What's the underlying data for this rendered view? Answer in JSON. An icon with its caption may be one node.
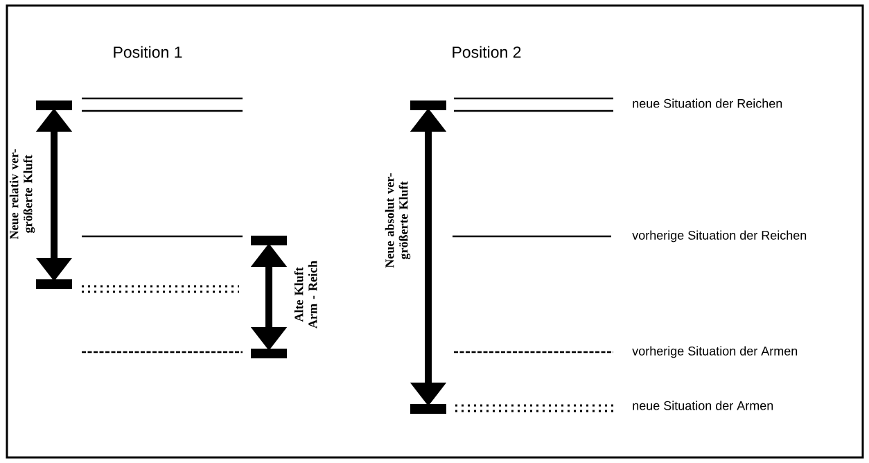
{
  "diagram": {
    "labels": [
      "Position 1",
      "Position 2",
      "neue Situation der Reichen",
      "vorherige Situation der Reichen",
      "vorherige Situation der Armen",
      "neue Situation der Armen",
      "Neue relativ ver- größerte Kluft",
      "Alte Kluft Arm - Reich",
      "Neue absolut ver- größerte Kluft"
    ]
  }
}
